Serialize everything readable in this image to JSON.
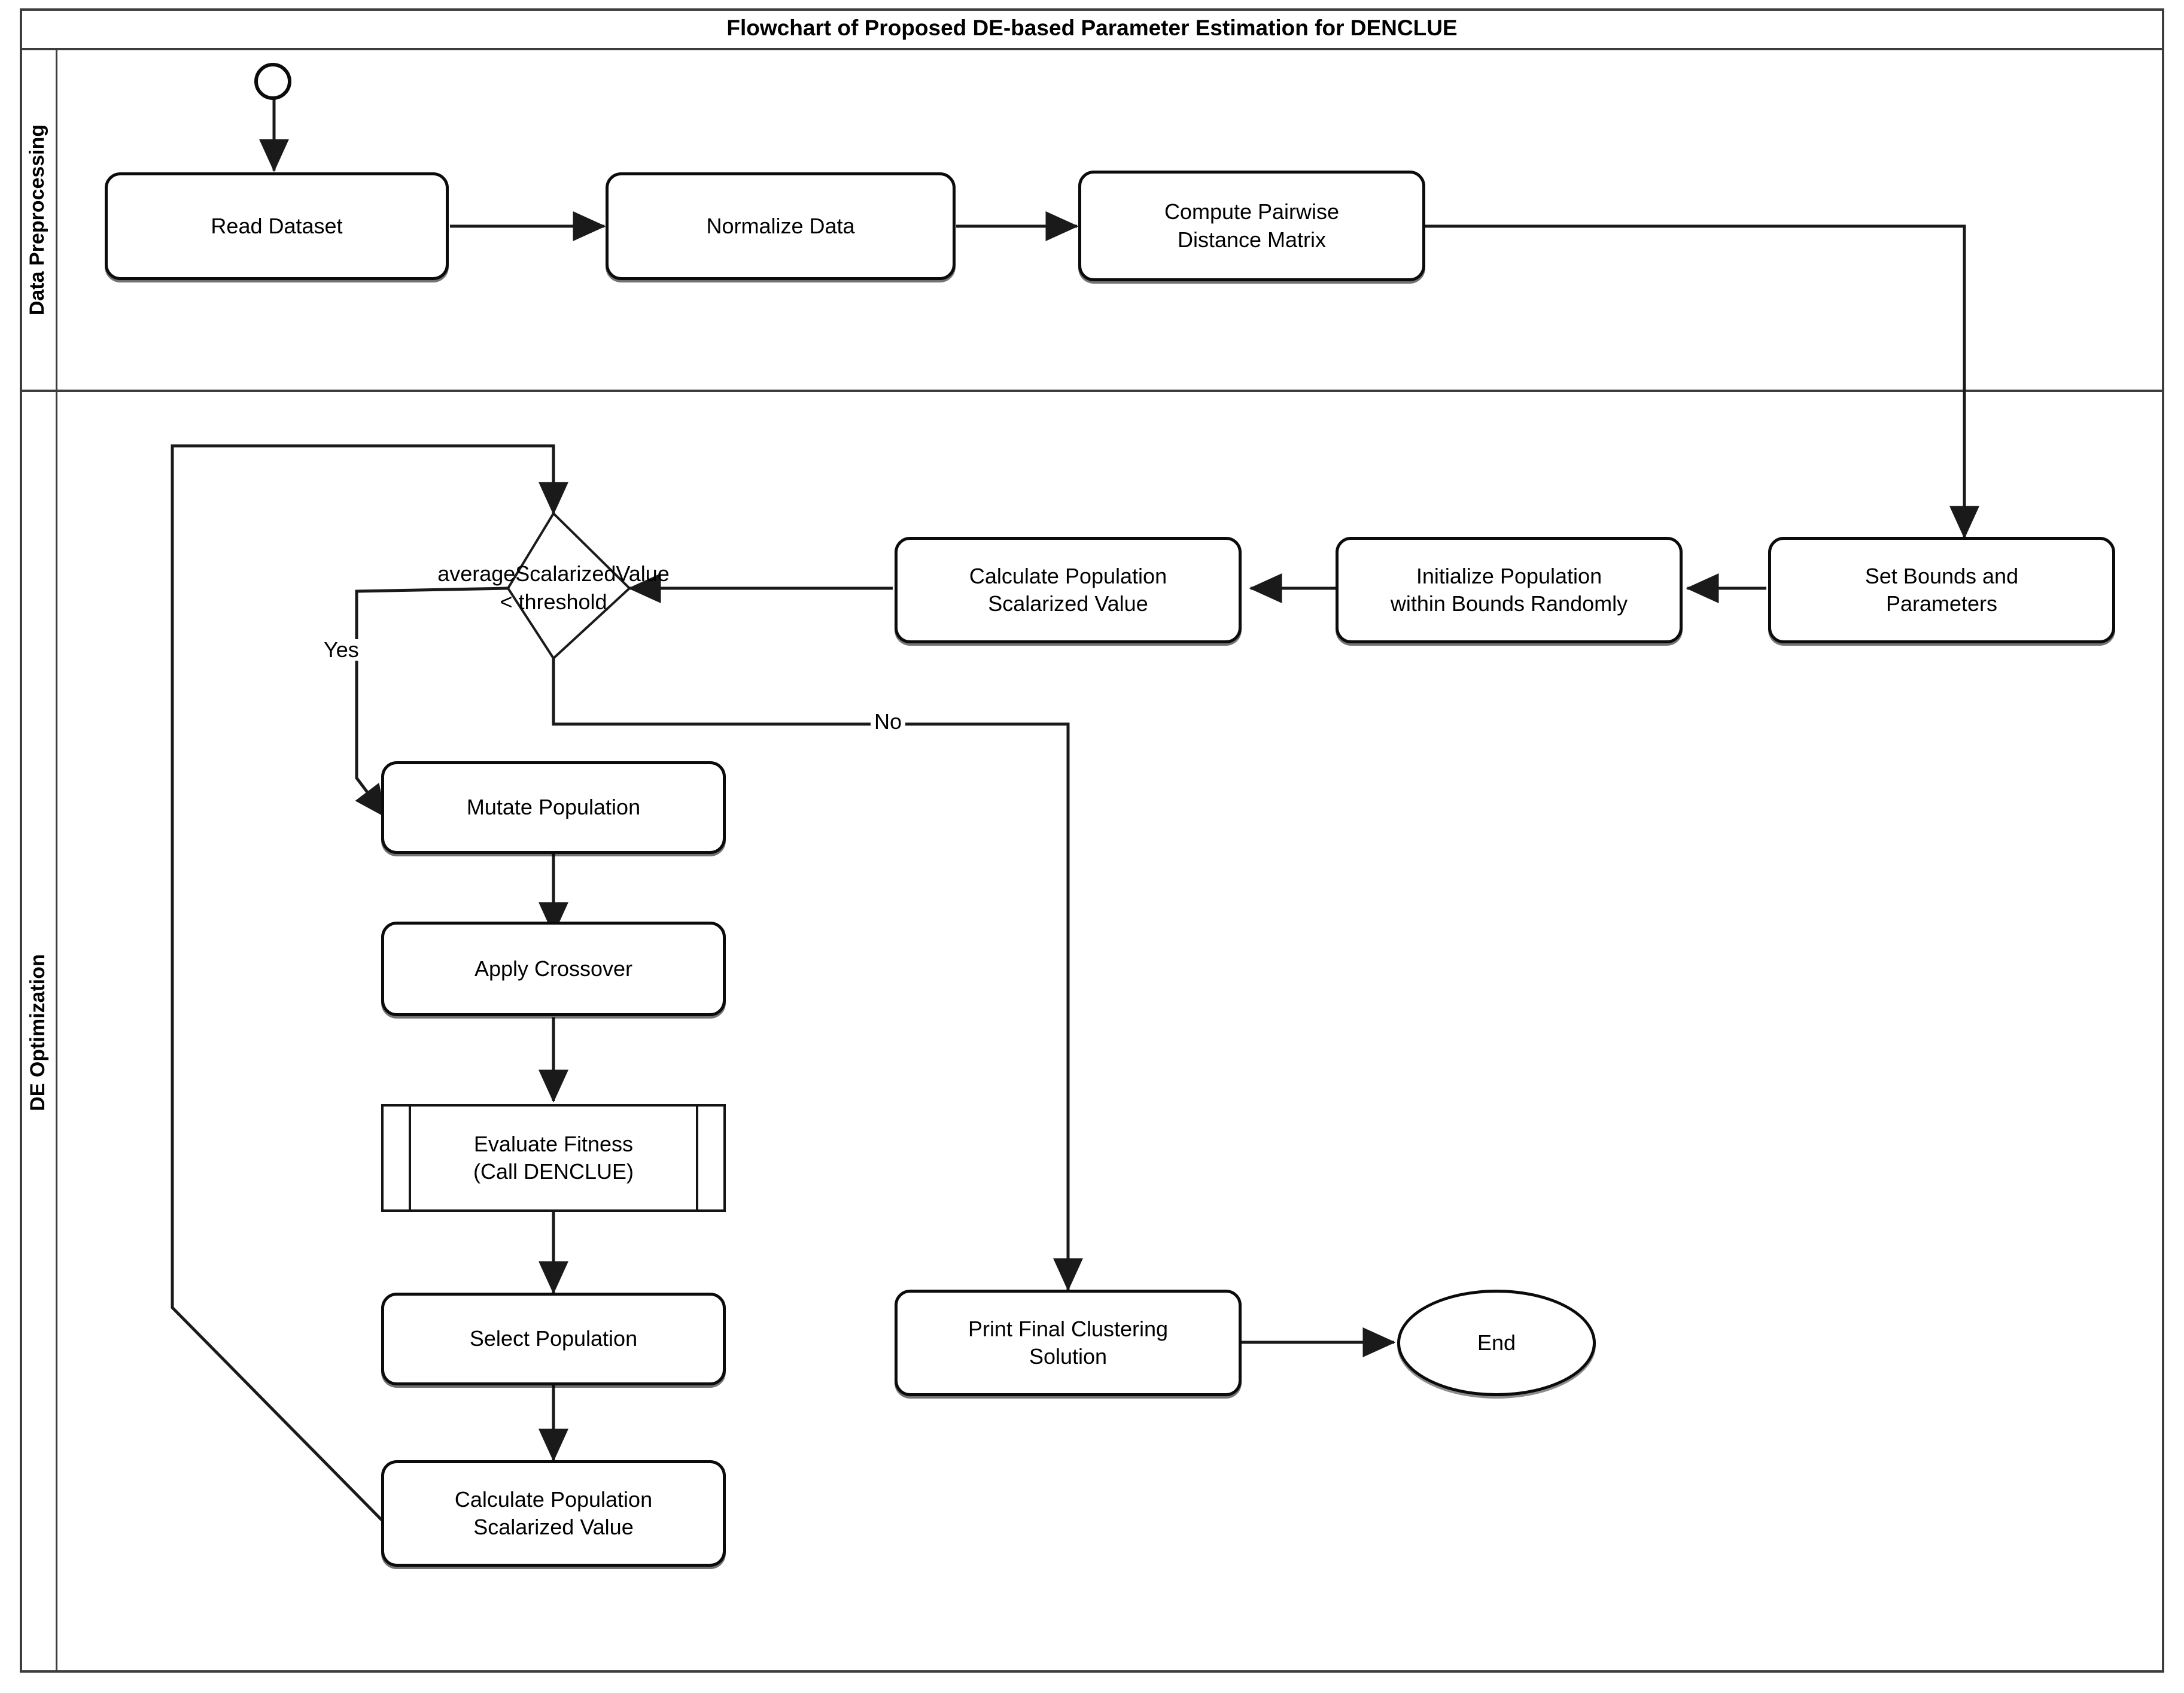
{
  "diagram": {
    "title": "Flowchart of Proposed DE-based Parameter Estimation for DENCLUE",
    "lanes": [
      {
        "id": "data-preprocessing",
        "label": "Data Preprocessing"
      },
      {
        "id": "de-optimization",
        "label": "DE Optimization"
      }
    ],
    "nodes": {
      "start": {
        "label": "",
        "shape": "start-circle"
      },
      "read": {
        "label": "Read Dataset",
        "shape": "process"
      },
      "normalize": {
        "label": "Normalize Data",
        "shape": "process"
      },
      "distance": {
        "line1": "Compute Pairwise",
        "line2": "Distance Matrix",
        "shape": "process"
      },
      "bounds": {
        "line1": "Set Bounds and",
        "line2": "Parameters",
        "shape": "process"
      },
      "initpop": {
        "line1": "Initialize Population",
        "line2": "within Bounds Randomly",
        "shape": "process"
      },
      "calcpop_top": {
        "line1": "Calculate Population",
        "line2": "Scalarized Value",
        "shape": "process"
      },
      "decision": {
        "line1": "averageScalarizedValue",
        "line2": "< threshold",
        "shape": "diamond"
      },
      "mutate": {
        "label": "Mutate Population",
        "shape": "process"
      },
      "crossover": {
        "label": "Apply Crossover",
        "shape": "process"
      },
      "evaluate": {
        "line1": "Evaluate Fitness",
        "line2": "(Call DENCLUE)",
        "shape": "predefined-process"
      },
      "select": {
        "label": "Select Population",
        "shape": "process"
      },
      "calcpop_bot": {
        "line1": "Calculate Population",
        "line2": "Scalarized Value",
        "shape": "process"
      },
      "print": {
        "line1": "Print Final Clustering",
        "line2": "Solution",
        "shape": "process"
      },
      "end": {
        "label": "End",
        "shape": "terminator"
      }
    },
    "edge_labels": {
      "yes": "Yes",
      "no": "No"
    },
    "colors": {
      "frame_stroke": "#3d3d3d",
      "node_stroke": "#0b0b0b",
      "connector": "#1a1a1a",
      "background": "#ffffff",
      "text": "#000000"
    }
  }
}
